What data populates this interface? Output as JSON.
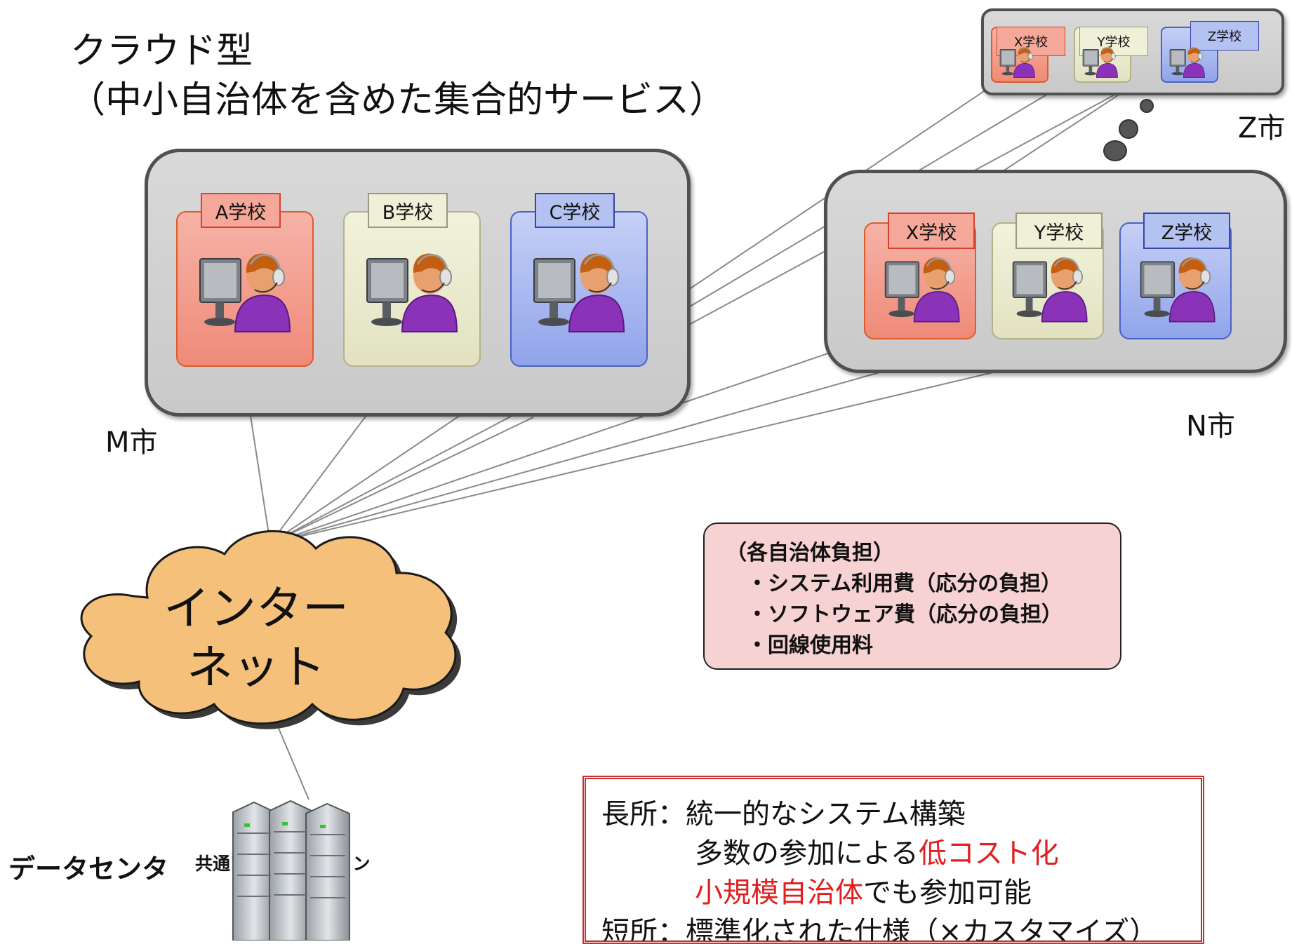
{
  "title": {
    "line1": "クラウド型",
    "line2": "（中小自治体を含めた集合的サービス）"
  },
  "cities": {
    "m": {
      "label": "M市",
      "schools": [
        {
          "name": "A学校",
          "color": "red"
        },
        {
          "name": "B学校",
          "color": "yellow"
        },
        {
          "name": "C学校",
          "color": "blue"
        }
      ]
    },
    "n": {
      "label": "N市",
      "schools": [
        {
          "name": "X学校",
          "color": "red"
        },
        {
          "name": "Y学校",
          "color": "yellow"
        },
        {
          "name": "Z学校",
          "color": "blue"
        }
      ]
    },
    "z": {
      "label": "Z市",
      "schools": [
        {
          "name": "X学校",
          "color": "red"
        },
        {
          "name": "Y学校",
          "color": "yellow"
        },
        {
          "name": "Z学校",
          "color": "blue"
        }
      ]
    }
  },
  "internet": {
    "line1": "インター",
    "line2": "ネット"
  },
  "datacenter": {
    "label": "データセンタ",
    "app_label": "共通アプリケーション",
    "icon": "server-rack-icon"
  },
  "cost_box": {
    "heading": "（各自治体負担）",
    "items": [
      "・システム利用費（応分の負担）",
      "・ソフトウェア費（応分の負担）",
      "・回線使用料"
    ]
  },
  "merits": {
    "pros_label": "長所：",
    "pros_line1": "統一的なシステム構築",
    "pros_line2_pre": "多数の参加による",
    "pros_line2_red": "低コスト化",
    "pros_line3_red": "小規模自治体",
    "pros_line3_post": "でも参加可能",
    "cons_label": "短所：",
    "cons_line1": "標準化された仕様（×カスタマイズ）"
  },
  "colors": {
    "city_bg": "#d0d0d0",
    "school_red": "#f29a88",
    "school_yellow": "#e8e8cc",
    "school_blue": "#a8b8f0",
    "cloud": "#f5c07a",
    "highlight_red": "#e02020",
    "cost_box_bg": "#f6d2d2"
  }
}
